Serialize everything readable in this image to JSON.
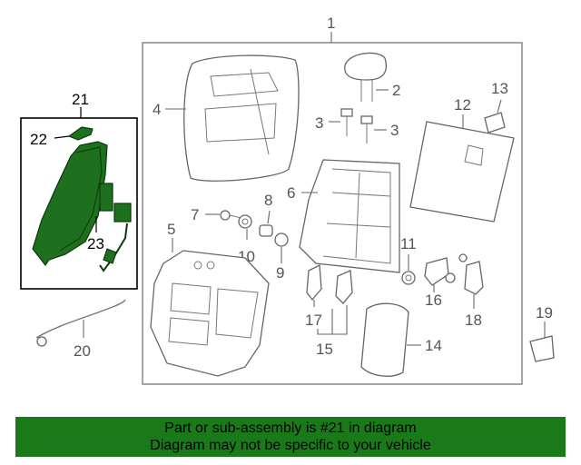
{
  "labels": {
    "l1": "1",
    "l2": "2",
    "l3a": "3",
    "l3b": "3",
    "l4": "4",
    "l5": "5",
    "l6": "6",
    "l7": "7",
    "l8": "8",
    "l9": "9",
    "l10": "10",
    "l11": "11",
    "l12": "12",
    "l13": "13",
    "l14": "14",
    "l15": "15",
    "l16": "16",
    "l17": "17",
    "l18": "18",
    "l19": "19",
    "l20": "20",
    "l21": "21",
    "l22": "22",
    "l23": "23"
  },
  "banner": {
    "line1": "Part or sub-assembly is #21 in diagram",
    "line2": "Diagram may not be specific to your vehicle"
  },
  "colors": {
    "highlight_part": "#1e6f1e",
    "banner_background": "#1a7a1a"
  }
}
